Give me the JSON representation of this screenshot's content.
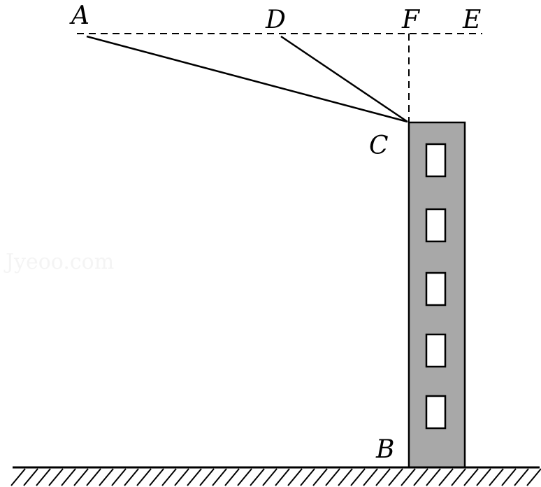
{
  "diagram": {
    "points": {
      "A": "A",
      "D": "D",
      "F": "F",
      "E": "E",
      "C": "C",
      "B": "B"
    },
    "watermark": "Jyeoo.com",
    "colors": {
      "building_fill": "#a8a8a8",
      "window_fill": "#ffffff",
      "stroke": "#000000"
    }
  }
}
